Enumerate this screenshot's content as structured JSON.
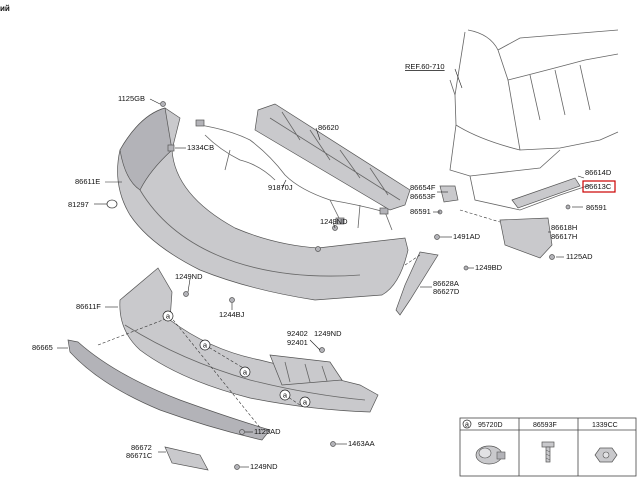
{
  "header": {
    "corner_text": "ий"
  },
  "reference": {
    "text": "REF.60-710"
  },
  "labels": {
    "l1125GB": "1125GB",
    "l1334CB": "1334CB",
    "l86611E": "86611E",
    "l81297": "81297",
    "l86620": "86620",
    "l91870J": "91870J",
    "l1249ND_a": "1249ND",
    "l86654F": "86654F",
    "l86653F": "86653F",
    "l86591_a": "86591",
    "l86614D": "86614D",
    "l86613C": "86613C",
    "l86591_b": "86591",
    "l1491AD": "1491AD",
    "l86618H": "86618H",
    "l86617H": "86617H",
    "l1249BD": "1249BD",
    "l1125AD_a": "1125AD",
    "l86628A": "86628A",
    "l86627D": "86627D",
    "l1249ND_b": "1249ND",
    "l86611F": "86611F",
    "l1244BJ": "1244BJ",
    "l92402": "92402",
    "l92401": "92401",
    "l1249ND_c": "1249ND",
    "l86665": "86665",
    "l1125AD_b": "1125AD",
    "l1463AA": "1463AA",
    "l86672": "86672",
    "l86671C": "86671C",
    "l1249ND_d": "1249ND"
  },
  "callout": {
    "a": "a"
  },
  "legend_table": {
    "col1": {
      "marker": "a",
      "part": "95720D"
    },
    "col2": {
      "part": "86593F"
    },
    "col3": {
      "part": "1339CC"
    }
  },
  "colors": {
    "highlight": "#cc0000",
    "part": "#c9c9cc"
  },
  "icons": [
    "sensor-icon",
    "screw-icon",
    "nut-icon"
  ]
}
